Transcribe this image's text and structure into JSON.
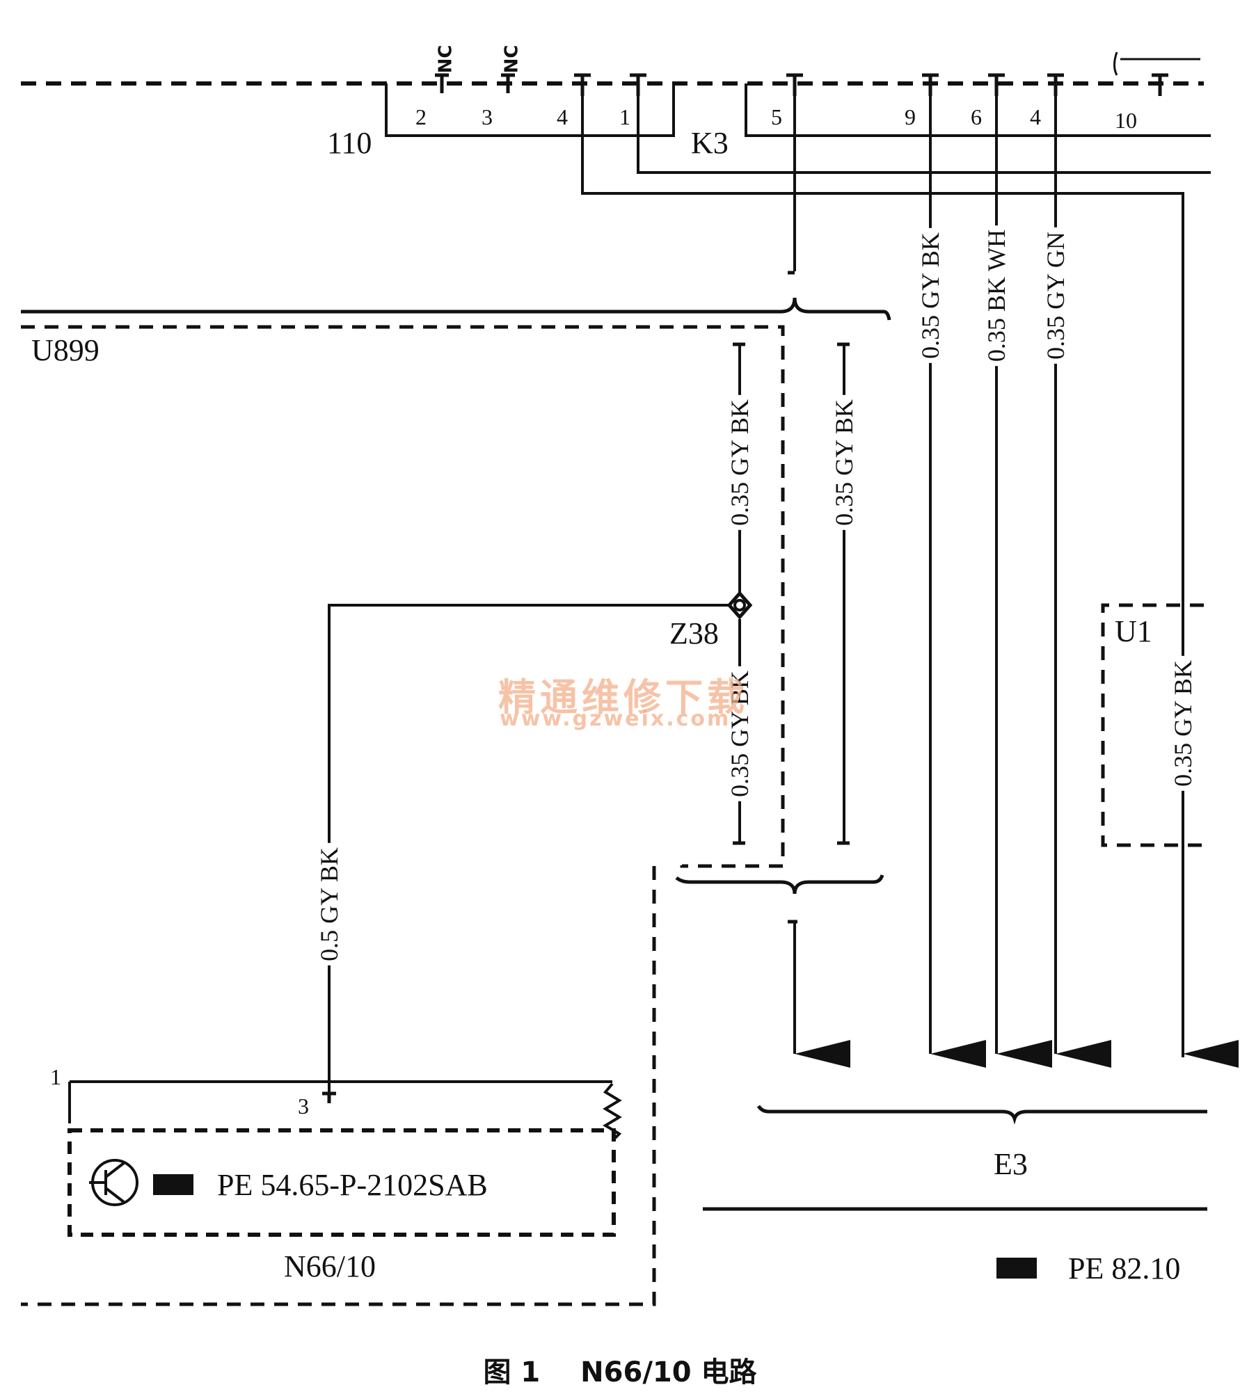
{
  "connectors": {
    "left_connector": "110",
    "relay": "K3",
    "harness": "U899",
    "splice": "Z38",
    "module_u1": "U1",
    "component": "N66/10",
    "ground_bus": "E3"
  },
  "top_pins_left": [
    "2",
    "3",
    "4",
    "1"
  ],
  "top_pins_right": [
    "5",
    "9",
    "6",
    "4",
    "10"
  ],
  "top_pin_tags": [
    "NC",
    "NC"
  ],
  "component_pins": {
    "pin1": "1",
    "pin3": "3"
  },
  "wires": {
    "w_9": "0.35 GY BK",
    "w_6": "0.35 BK WH",
    "w_4": "0.35 GY GN",
    "w_z38_up": "0.35 GY BK",
    "w_right_mid": "0.35 GY BK",
    "w_z38_down": "0.35 GY BK",
    "w_u1": "0.35 GY BK",
    "w_n66": "0.5 GY BK"
  },
  "references": {
    "component_ref": "PE 54.65-P-2102SAB",
    "ground_ref": "PE 82.10"
  },
  "watermark": {
    "cn": "精通维修下载",
    "url": "www.gzweix.com"
  },
  "caption": {
    "figure": "图 1",
    "title": "N66/10 电路"
  }
}
